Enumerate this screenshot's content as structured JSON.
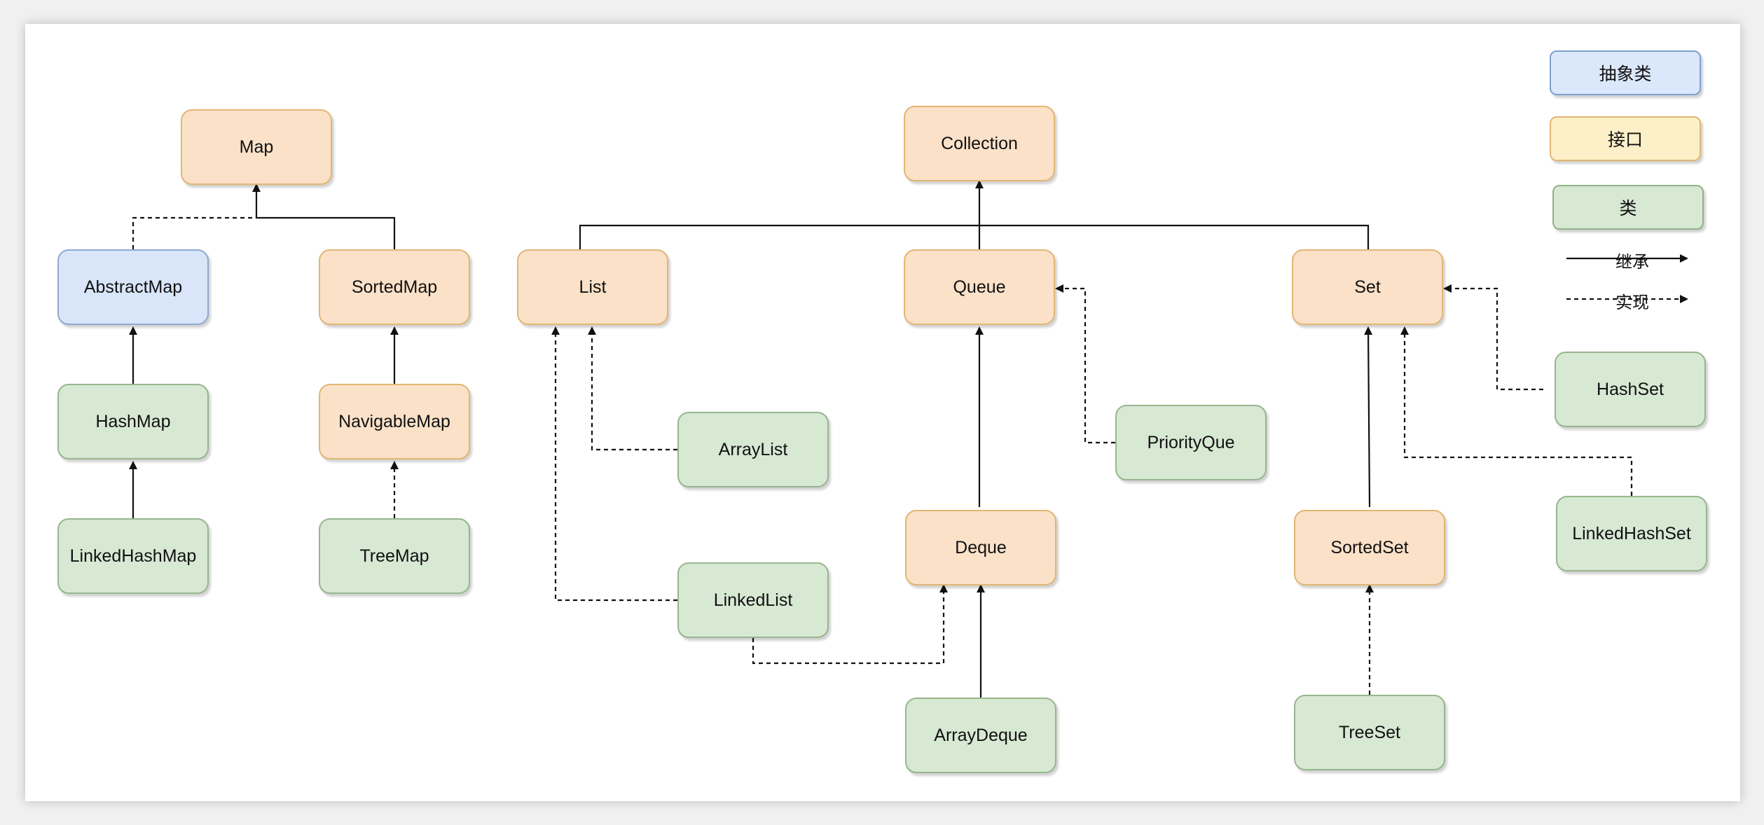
{
  "nodes": {
    "map": "Map",
    "abstract_map": "AbstractMap",
    "sorted_map": "SortedMap",
    "hash_map": "HashMap",
    "navigable_map": "NavigableMap",
    "linked_hash_map": "LinkedHashMap",
    "tree_map": "TreeMap",
    "collection": "Collection",
    "list": "List",
    "queue": "Queue",
    "set": "Set",
    "array_list": "ArrayList",
    "linked_list": "LinkedList",
    "priority_que": "PriorityQue",
    "deque": "Deque",
    "array_deque": "ArrayDeque",
    "hash_set": "HashSet",
    "linked_hash_set": "LinkedHashSet",
    "sorted_set": "SortedSet",
    "tree_set": "TreeSet"
  },
  "legend": {
    "abstract_class": "抽象类",
    "interface": "接口",
    "class": "类",
    "inherit": "继承",
    "implement": "实现"
  },
  "colors": {
    "interface_fill": "#fae1c8",
    "abstract_fill": "#d9e6fa",
    "class_fill": "#d7e8d3"
  }
}
